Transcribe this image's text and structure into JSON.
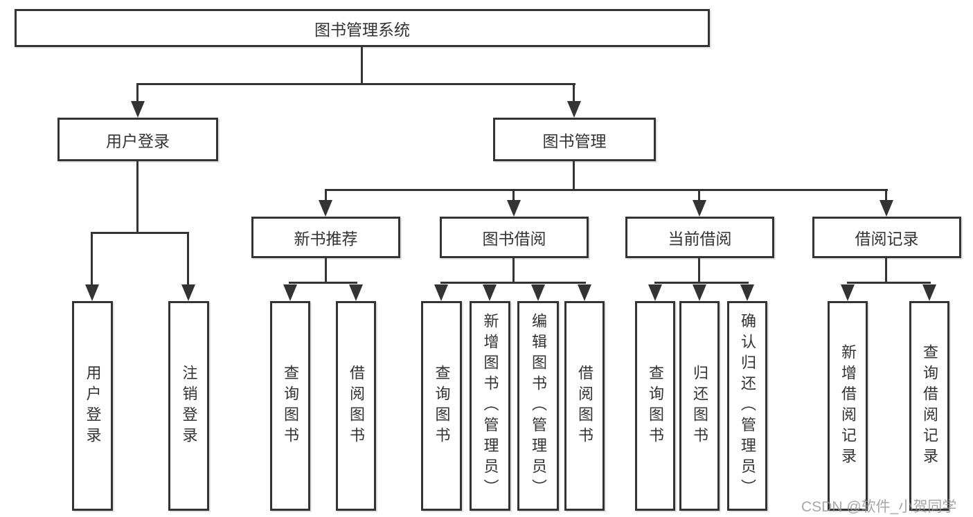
{
  "colors": {
    "line": "#333333",
    "text": "#333333",
    "box_background": "#ffffff",
    "page_background": "#ffffff",
    "watermark": "#949494"
  },
  "nodes": {
    "root": "图书管理系统",
    "user_login": "用户登录",
    "book_management": "图书管理",
    "new_book_recommend": "新书推荐",
    "book_borrow": "图书借阅",
    "current_borrow": "当前借阅",
    "borrow_records": "借阅记录",
    "leaf_user_login": "用户登录",
    "leaf_logout_login": "注销登录",
    "leaf_query_book_recommend": "查询图书",
    "leaf_borrow_book_recommend": "借阅图书",
    "leaf_query_book_borrow": "查询图书",
    "leaf_add_book_admin": "新增图书（管理员）",
    "leaf_edit_book_admin": "编辑图书（管理员）",
    "leaf_borrow_book_borrow": "借阅图书",
    "leaf_query_book_current": "查询图书",
    "leaf_return_book": "归还图书",
    "leaf_confirm_return_admin": "确认归还（管理员）",
    "leaf_add_borrow_record": "新增借阅记录",
    "leaf_query_borrow_record": "查询借阅记录"
  },
  "watermark": {
    "text": "CSDN @软件_小贺同学"
  }
}
